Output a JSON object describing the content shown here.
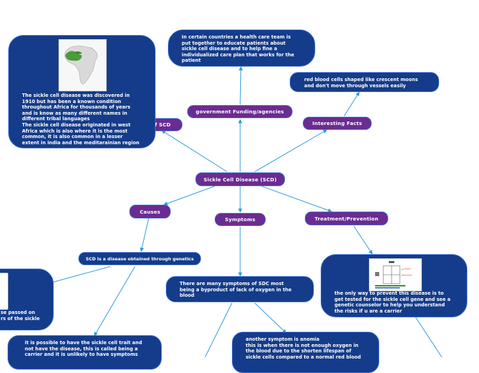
{
  "central": {
    "label": "Sickle Cell Disease (SCD)"
  },
  "topics": {
    "history": "of SCD",
    "funding": "government Funding/agencies",
    "facts": "Interesting Facts",
    "causes": "Causes",
    "symptoms": "Symptoms",
    "treatment": "Treatment/Prevention"
  },
  "subtopics": {
    "genetics": "SCD is a disease obtained through genetics"
  },
  "cards": {
    "history": "The sickle cell disease was discovered in\n1910 but has been a known condition\nthroughout Africa for thousands of years\nand is know as many different names in\ndifferent tribal languages\nThe sickle cell disease originated in west\nAfrica which is also where it is the most\ncommon, it is also common in a lesser\nextent in india and the meditarainian region",
    "funding": "In certain countries a health care team is\nput together to educate patients about\nsickle cell disease and to help fine a\nindividualized care plan that works for the\npatient",
    "facts": "red blood cells shaped like crescent moons\nand don't move through vessels easily",
    "symptoms": "There are many symptoms of SDC most\nbeing a byproduct of lack of oxygen in the\nblood",
    "treatment": "the only way to prevent this disease is to\nget tested for the sickle cell gene and see a\ngenetic counselor to help you understand\nthe risks if u are a carrier",
    "genetics_left": "se passed on\nrs of the sickle",
    "trait": "it is possible to have the sickle cell trait and\nnot have the disease, this is called being a\ncarrier and it is unlikely to have symptoms",
    "anemia": "another symptom is anemia\nthis is when there is not enough oxygen in\nthe blood due to the shorten lifespan of\nsickle cells compared to a normal red blood"
  },
  "colors": {
    "topic_fill": "#6a2c91",
    "card_fill": "#153c8a",
    "border": "#3f6fd6",
    "connector": "#2e9bdc"
  },
  "icons": {
    "africa_map": "africa-map-image",
    "punnett": "punnett-square-image"
  }
}
